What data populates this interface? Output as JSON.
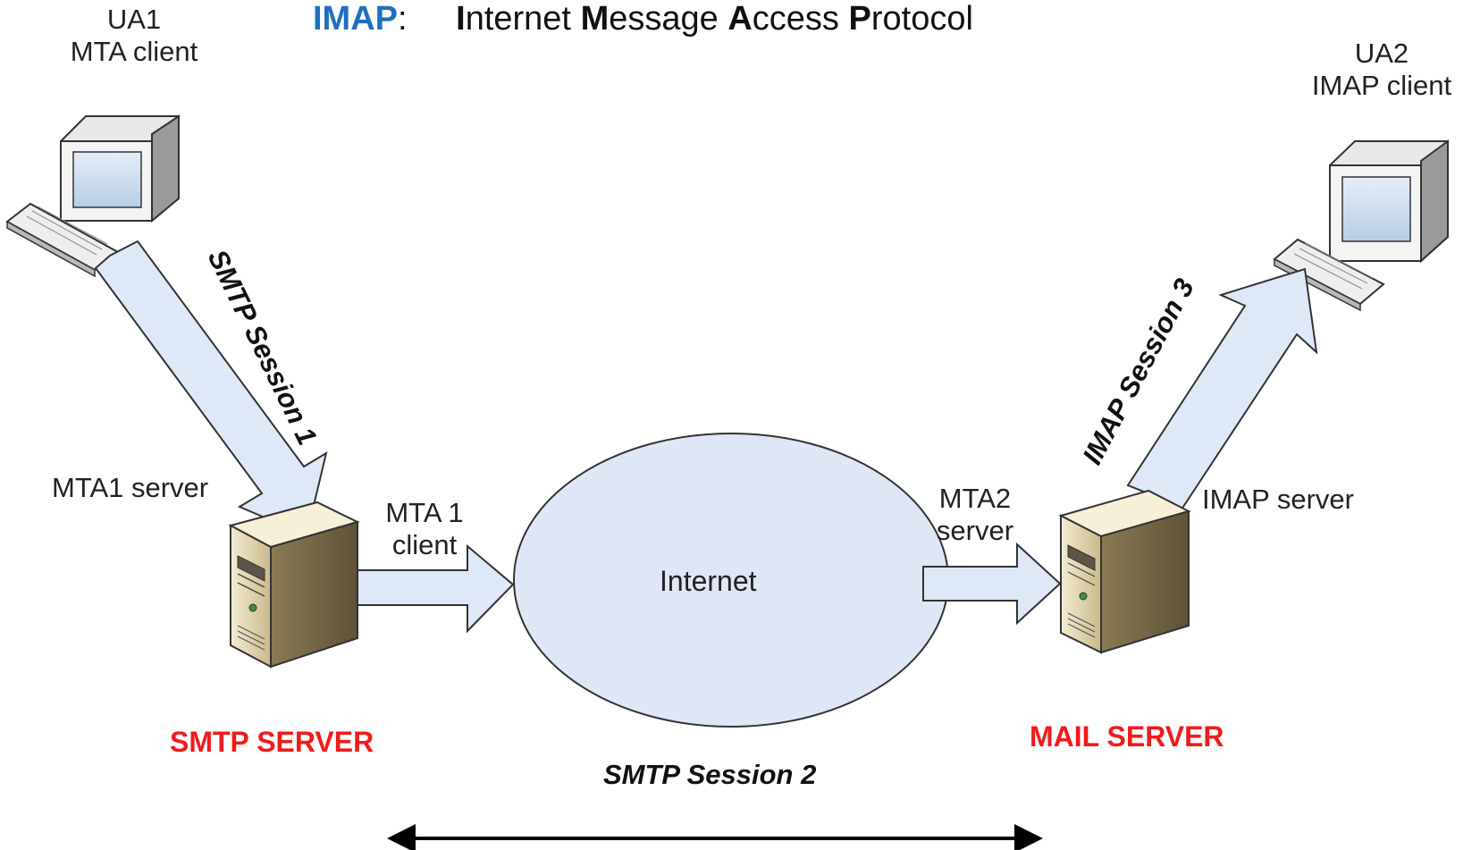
{
  "title": {
    "acronym": "IMAP",
    "separator": ":",
    "words": [
      {
        "initial": "I",
        "rest": "nternet"
      },
      {
        "initial": "M",
        "rest": "essage"
      },
      {
        "initial": "A",
        "rest": "ccess"
      },
      {
        "initial": "P",
        "rest": "rotocol"
      }
    ]
  },
  "nodes": {
    "ua1": {
      "line1": "UA1",
      "line2": "MTA client"
    },
    "ua2": {
      "line1": "UA2",
      "line2": "IMAP client"
    },
    "mta1_server": "MTA1 server",
    "mta1_client": {
      "line1": "MTA 1",
      "line2": "client"
    },
    "mta2_server": {
      "line1": "MTA2",
      "line2": "server"
    },
    "imap_server": "IMAP server",
    "internet": "Internet",
    "smtp_server": "SMTP SERVER",
    "mail_server": "MAIL SERVER"
  },
  "sessions": {
    "session1": "SMTP Session 1",
    "session2": "SMTP Session 2",
    "session3": "IMAP Session 3"
  },
  "colors": {
    "acronym": "#1f6fbf",
    "server_title": "#ef1c1c",
    "arrow_fill": "#dfe8f7",
    "cloud_fill": "#dfe6f5",
    "server_body": "#e6d9b3"
  }
}
